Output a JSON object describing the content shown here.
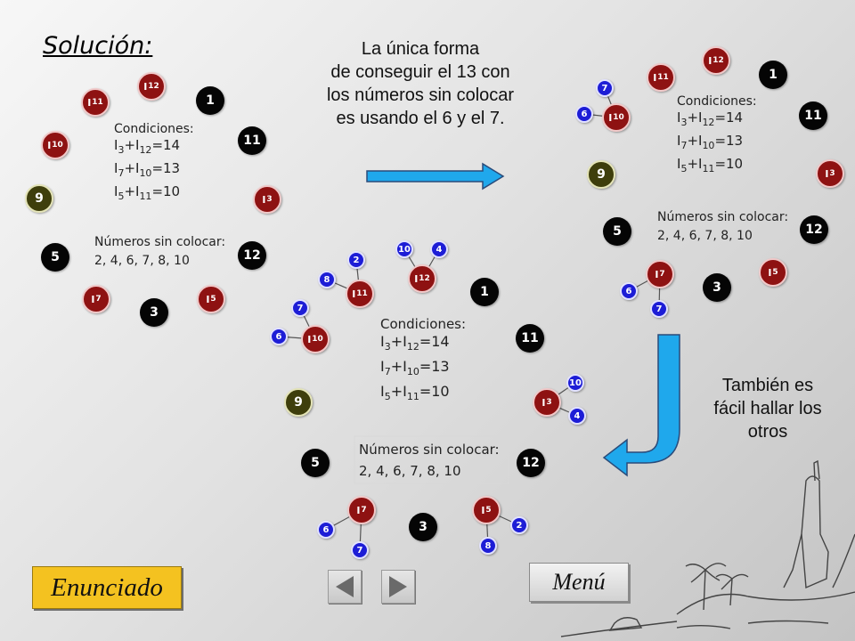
{
  "title": "Solución:",
  "note_top": [
    "La única forma",
    "de conseguir el 13 con",
    "los números sin colocar",
    "es usando el 6 y el 7."
  ],
  "note_side": [
    "También es",
    "fácil hallar los",
    "otros"
  ],
  "panel_labels": {
    "conditions_heading": "Condiciones:",
    "conditions": [
      {
        "a": "3",
        "b": "12",
        "value": "=14"
      },
      {
        "a": "7",
        "b": "10",
        "value": "=13"
      },
      {
        "a": "5",
        "b": "11",
        "value": "=10"
      }
    ],
    "unplaced_heading": "Números sin colocar:",
    "unplaced_values": "2, 4, 6, 7, 8, 10"
  },
  "buttons": {
    "enunciado": "Enunciado",
    "menu": "Menú",
    "prev_icon": "triangle-left-icon",
    "next_icon": "triangle-right-icon"
  },
  "colors": {
    "number_node": "#050505",
    "nine_node": "#3e3e0c",
    "variable_node": "#8e1212",
    "candidate_node": "#1d1dd6",
    "arrow": "#1fa8ec",
    "enunciado_bg": "#f4c220"
  },
  "panels": [
    {
      "id": "p1",
      "nodes": [
        {
          "kind": "red",
          "label": "I",
          "sub": "12"
        },
        {
          "kind": "black",
          "label": "1"
        },
        {
          "kind": "red",
          "label": "I",
          "sub": "11"
        },
        {
          "kind": "black",
          "label": "11"
        },
        {
          "kind": "red",
          "label": "I",
          "sub": "10"
        },
        {
          "kind": "red",
          "label": "I",
          "sub": "3"
        },
        {
          "kind": "olive",
          "label": "9"
        },
        {
          "kind": "black",
          "label": "5"
        },
        {
          "kind": "black",
          "label": "12"
        },
        {
          "kind": "red",
          "label": "I",
          "sub": "7"
        },
        {
          "kind": "red",
          "label": "I",
          "sub": "5"
        },
        {
          "kind": "black",
          "label": "3"
        }
      ]
    },
    {
      "id": "p2",
      "nodes": [
        {
          "kind": "red",
          "label": "I",
          "sub": "12"
        },
        {
          "kind": "red",
          "label": "I",
          "sub": "11"
        },
        {
          "kind": "black",
          "label": "1"
        },
        {
          "kind": "blue",
          "label": "7"
        },
        {
          "kind": "blue",
          "label": "6"
        },
        {
          "kind": "red",
          "label": "I",
          "sub": "10"
        },
        {
          "kind": "black",
          "label": "11"
        },
        {
          "kind": "olive",
          "label": "9"
        },
        {
          "kind": "red",
          "label": "I",
          "sub": "3"
        },
        {
          "kind": "black",
          "label": "5"
        },
        {
          "kind": "black",
          "label": "12"
        },
        {
          "kind": "red",
          "label": "I",
          "sub": "7"
        },
        {
          "kind": "red",
          "label": "I",
          "sub": "5"
        },
        {
          "kind": "blue",
          "label": "6"
        },
        {
          "kind": "black",
          "label": "3"
        },
        {
          "kind": "blue",
          "label": "7"
        }
      ]
    },
    {
      "id": "p3",
      "nodes": [
        {
          "kind": "blue",
          "label": "10"
        },
        {
          "kind": "blue",
          "label": "4"
        },
        {
          "kind": "red",
          "label": "I",
          "sub": "12"
        },
        {
          "kind": "blue",
          "label": "2"
        },
        {
          "kind": "blue",
          "label": "8"
        },
        {
          "kind": "red",
          "label": "I",
          "sub": "11"
        },
        {
          "kind": "black",
          "label": "1"
        },
        {
          "kind": "blue",
          "label": "7"
        },
        {
          "kind": "blue",
          "label": "6"
        },
        {
          "kind": "red",
          "label": "I",
          "sub": "10"
        },
        {
          "kind": "black",
          "label": "11"
        },
        {
          "kind": "blue",
          "label": "10"
        },
        {
          "kind": "red",
          "label": "I",
          "sub": "3"
        },
        {
          "kind": "blue",
          "label": "4"
        },
        {
          "kind": "olive",
          "label": "9"
        },
        {
          "kind": "black",
          "label": "5"
        },
        {
          "kind": "black",
          "label": "12"
        },
        {
          "kind": "red",
          "label": "I",
          "sub": "7"
        },
        {
          "kind": "red",
          "label": "I",
          "sub": "5"
        },
        {
          "kind": "blue",
          "label": "6"
        },
        {
          "kind": "black",
          "label": "3"
        },
        {
          "kind": "blue",
          "label": "2"
        },
        {
          "kind": "blue",
          "label": "7"
        },
        {
          "kind": "blue",
          "label": "8"
        }
      ]
    }
  ]
}
